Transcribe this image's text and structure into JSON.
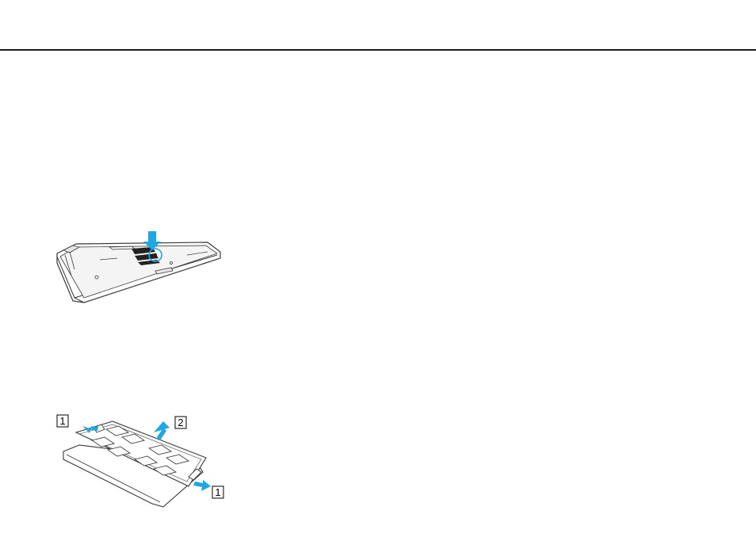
{
  "figures": {
    "laptop_bottom": {
      "icon": "laptop-underside-memory-cover"
    },
    "memory_module": {
      "icon": "memory-module-removal",
      "callouts": [
        "1",
        "2",
        "1"
      ]
    }
  },
  "colors": {
    "rule": "#1a1a1a",
    "accent_arrow": "#1ea7e1",
    "line_art": "#3a3a3a"
  }
}
